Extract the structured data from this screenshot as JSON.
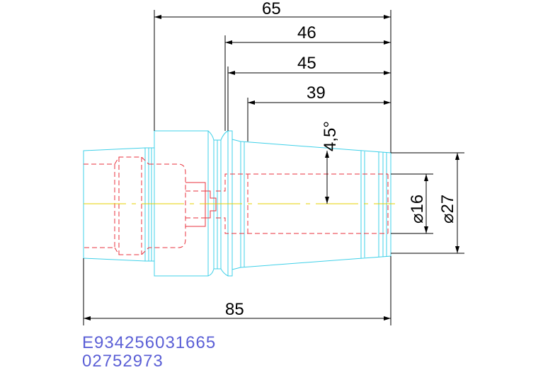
{
  "dimensions": {
    "overall_length": "65",
    "length_46": "46",
    "length_45": "45",
    "length_39": "39",
    "taper_angle": "4,5°",
    "inner_dia": "⌀16",
    "outer_dia": "⌀27",
    "total_length": "85"
  },
  "part_codes": {
    "line1": "E934256031665",
    "line2": "02752973"
  },
  "colors": {
    "outline": "#3fd0e8",
    "hidden": "#e8323c",
    "centerline": "#e6d200",
    "dimension": "#000000",
    "code_text": "#5b5fd6"
  }
}
